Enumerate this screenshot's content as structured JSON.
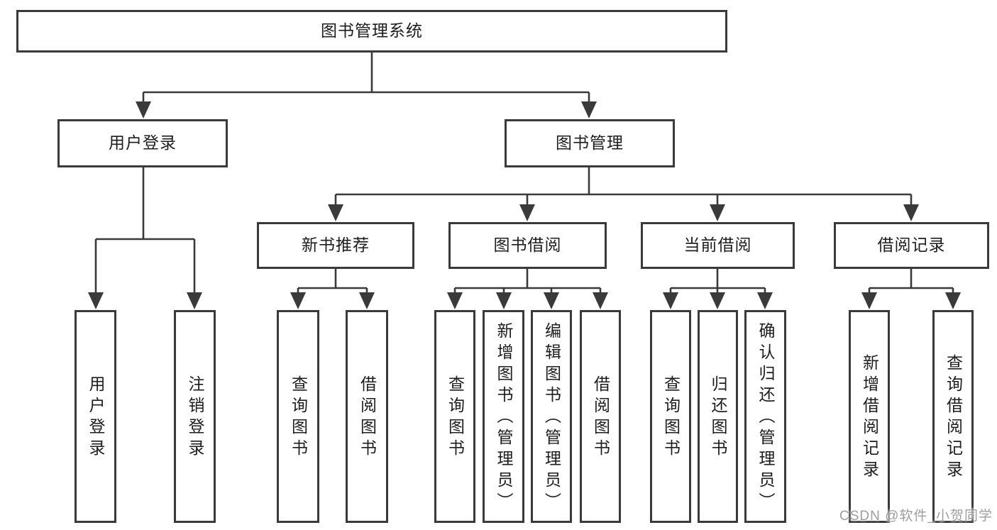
{
  "tree": {
    "root": {
      "label": "图书管理系统"
    },
    "branches": {
      "user_login": {
        "label": "用户登录",
        "children": [
          {
            "label": "用户登录"
          },
          {
            "label": "注销登录"
          }
        ]
      },
      "book_management": {
        "label": "图书管理",
        "sections": [
          {
            "label": "新书推荐",
            "children": [
              {
                "label": "查询图书"
              },
              {
                "label": "借阅图书"
              }
            ]
          },
          {
            "label": "图书借阅",
            "children": [
              {
                "label": "查询图书"
              },
              {
                "label": "新增图书（管理员）"
              },
              {
                "label": "编辑图书（管理员）"
              },
              {
                "label": "借阅图书"
              }
            ]
          },
          {
            "label": "当前借阅",
            "children": [
              {
                "label": "查询图书"
              },
              {
                "label": "归还图书"
              },
              {
                "label": "确认归还（管理员）"
              }
            ]
          },
          {
            "label": "借阅记录",
            "children": [
              {
                "label": "新增借阅记录"
              },
              {
                "label": "查询借阅记录"
              }
            ]
          }
        ]
      }
    }
  },
  "watermark": {
    "text": "CSDN @软件_小贺同学"
  },
  "colors": {
    "line": "#3a3a3a",
    "text": "#1d1d1d",
    "background": "#ffffff",
    "watermark": "#949494"
  }
}
